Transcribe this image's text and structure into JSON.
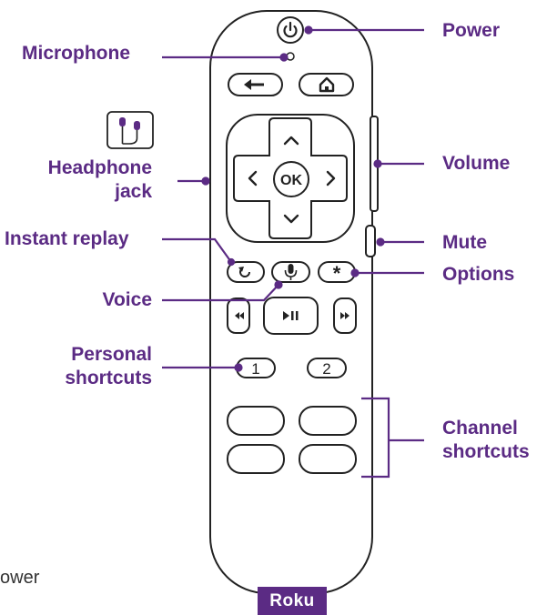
{
  "labels": {
    "power": "Power",
    "microphone": "Microphone",
    "headphone_line1": "Headphone",
    "headphone_line2": "jack",
    "volume": "Volume",
    "instant_replay": "Instant replay",
    "mute": "Mute",
    "options": "Options",
    "voice": "Voice",
    "personal_line1": "Personal",
    "personal_line2": "shortcuts",
    "channel_line1": "Channel",
    "channel_line2": "shortcuts"
  },
  "buttons": {
    "ok": "OK",
    "shortcut_1": "1",
    "shortcut_2": "2",
    "options_symbol": "*"
  },
  "stray_text": "ower",
  "logo_text": "Roku",
  "colors": {
    "accent": "#5b2b84",
    "outline": "#222222"
  },
  "icons": [
    "power-icon",
    "back-arrow-icon",
    "home-icon",
    "headphone-icon",
    "chevron-up-icon",
    "chevron-down-icon",
    "chevron-left-icon",
    "chevron-right-icon",
    "replay-icon",
    "microphone-icon",
    "rewind-icon",
    "play-pause-icon",
    "fast-forward-icon"
  ]
}
